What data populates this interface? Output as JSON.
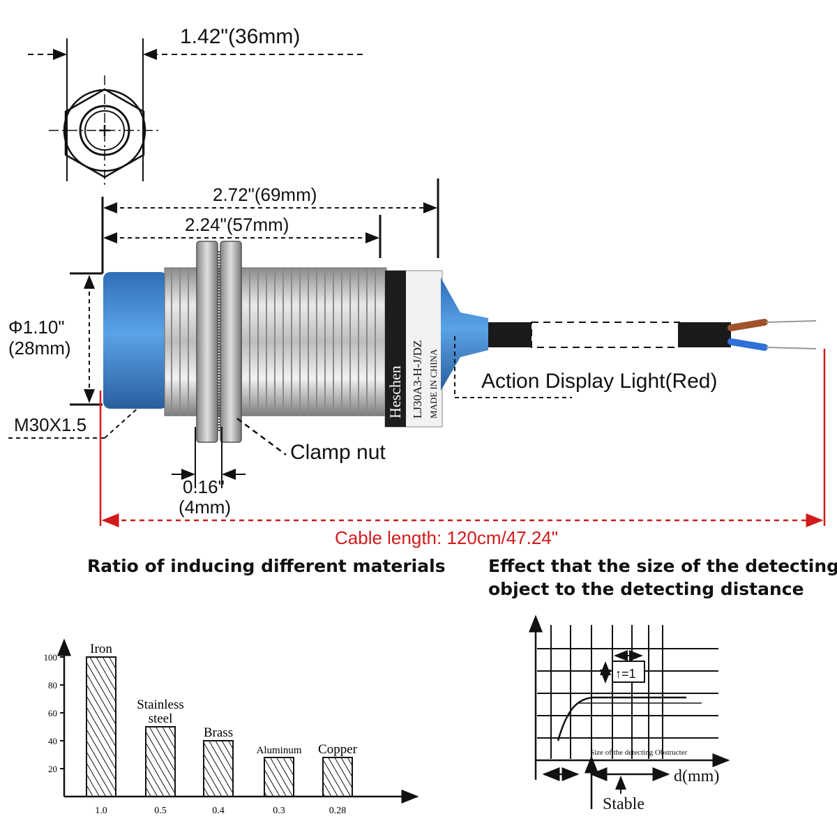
{
  "colors": {
    "sensor_blue": "#3a86d4",
    "cable_dim_red": "#d11a1a",
    "metal": "#c9c9c9"
  },
  "top_view": {
    "width_label": "1.42\"(36mm)"
  },
  "side_view": {
    "total_length_label": "2.72\"(69mm)",
    "thread_length_label": "2.24\"(57mm)",
    "diameter_label_line1": "Φ1.10\"",
    "diameter_label_line2": "(28mm)",
    "thread_label": "M30X1.5",
    "nut_thickness_line1": "0.16\"",
    "nut_thickness_line2": "(4mm)",
    "clamp_nut_label": "Clamp nut",
    "action_light_label": "Action Display Light(Red)",
    "cable_length_label": "Cable length: 120cm/47.24\"",
    "body_print": {
      "brand": "Heschen",
      "model": "LJ30A3-H-J/DZ",
      "origin": "MADE IN CHINA"
    }
  },
  "material_chart": {
    "caption": "Ratio of inducing different materials",
    "chart_data": {
      "type": "bar",
      "categories": [
        "Iron",
        "Stainless steel",
        "Brass",
        "Aluminum",
        "Copper"
      ],
      "category_labels": [
        "Iron",
        "Stainless steel",
        "Brass",
        "Aluminum",
        "Copper"
      ],
      "x_tick_labels": [
        "1.0",
        "0.5",
        "0.4",
        "0.3",
        "0.28"
      ],
      "values": [
        100,
        50,
        40,
        28,
        28
      ],
      "y_ticks": [
        "20",
        "40",
        "60",
        "80",
        "100"
      ],
      "ylim": [
        0,
        110
      ],
      "title": "Ratio of inducing different materials",
      "xlabel": "",
      "ylabel": ""
    }
  },
  "size_chart": {
    "caption_line1": "Effect that the size of the detecting",
    "caption_line2": "object to the detecting distance",
    "box_label": "↑=1",
    "x_axis_label": "d(mm)",
    "stable_label": "Stable",
    "inner_label": "Size of the detecting Obstructer"
  }
}
